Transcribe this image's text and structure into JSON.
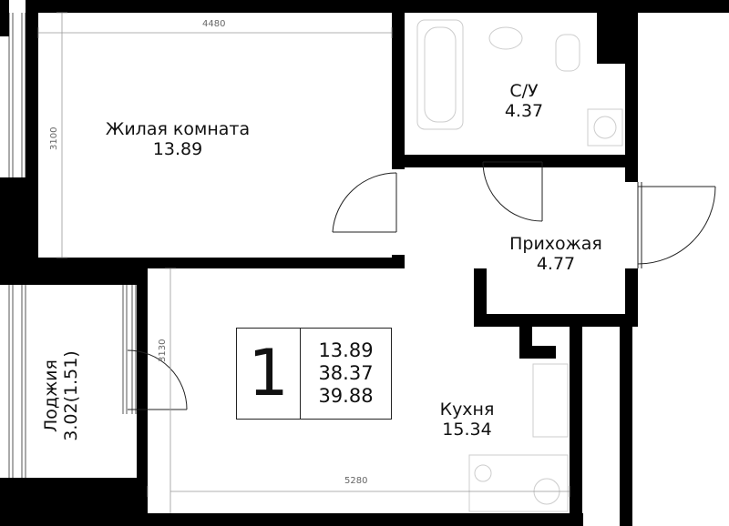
{
  "rooms": {
    "living": {
      "name": "Жилая комната",
      "area": "13.89"
    },
    "bathroom": {
      "name": "С/У",
      "area": "4.37"
    },
    "hall": {
      "name": "Прихожая",
      "area": "4.77"
    },
    "kitchen": {
      "name": "Кухня",
      "area": "15.34"
    },
    "loggia": {
      "name": "Лоджия",
      "area": "3.02(1.51)"
    }
  },
  "dimensions": {
    "living_width": "4480",
    "living_depth": "3100",
    "kitchen_depth": "3130",
    "kitchen_width": "5280"
  },
  "summary": {
    "rooms_count": "1",
    "living_area": "13.89",
    "total_area": "38.37",
    "total_with_loggia": "39.88"
  }
}
